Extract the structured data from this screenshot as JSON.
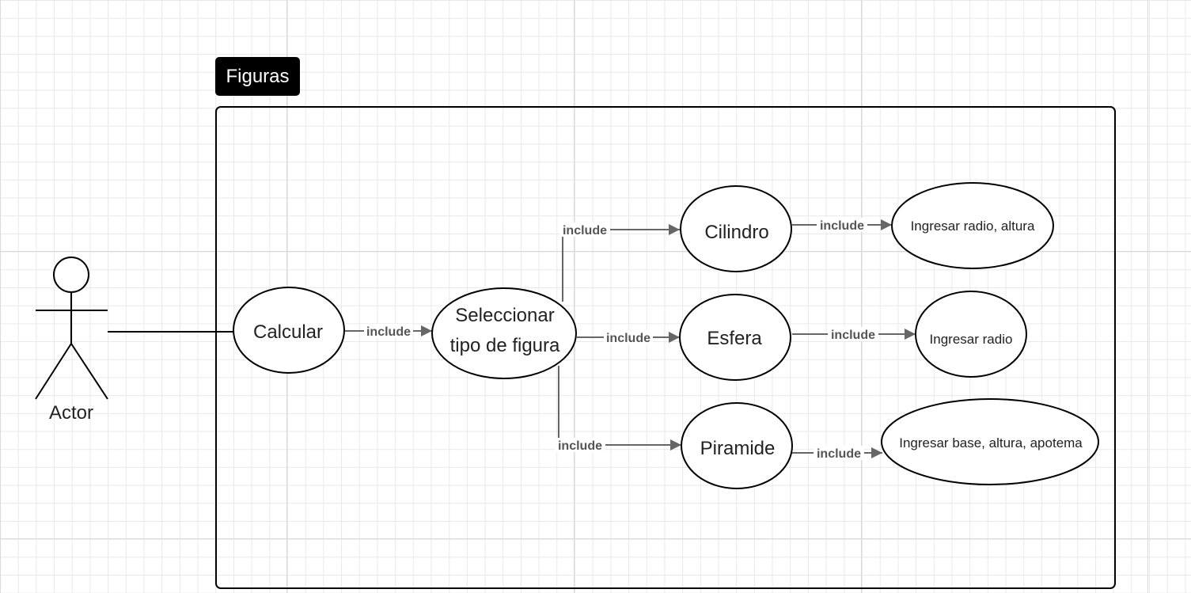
{
  "diagram": {
    "system_title": "Figuras",
    "actor": {
      "label": "Actor"
    },
    "use_cases": {
      "calcular": "Calcular",
      "seleccionar_line1": "Seleccionar",
      "seleccionar_line2": "tipo de figura",
      "cilindro": "Cilindro",
      "esfera": "Esfera",
      "piramide": "Piramide",
      "ingresar_radio_altura": "Ingresar radio, altura",
      "ingresar_radio": "Ingresar radio",
      "ingresar_base_altura_apotema": "Ingresar base, altura, apotema"
    },
    "relations": {
      "include_label": "include"
    }
  },
  "colors": {
    "connector": "#666666",
    "outline": "#000000",
    "title_bg": "#000000",
    "title_text": "#ffffff"
  }
}
